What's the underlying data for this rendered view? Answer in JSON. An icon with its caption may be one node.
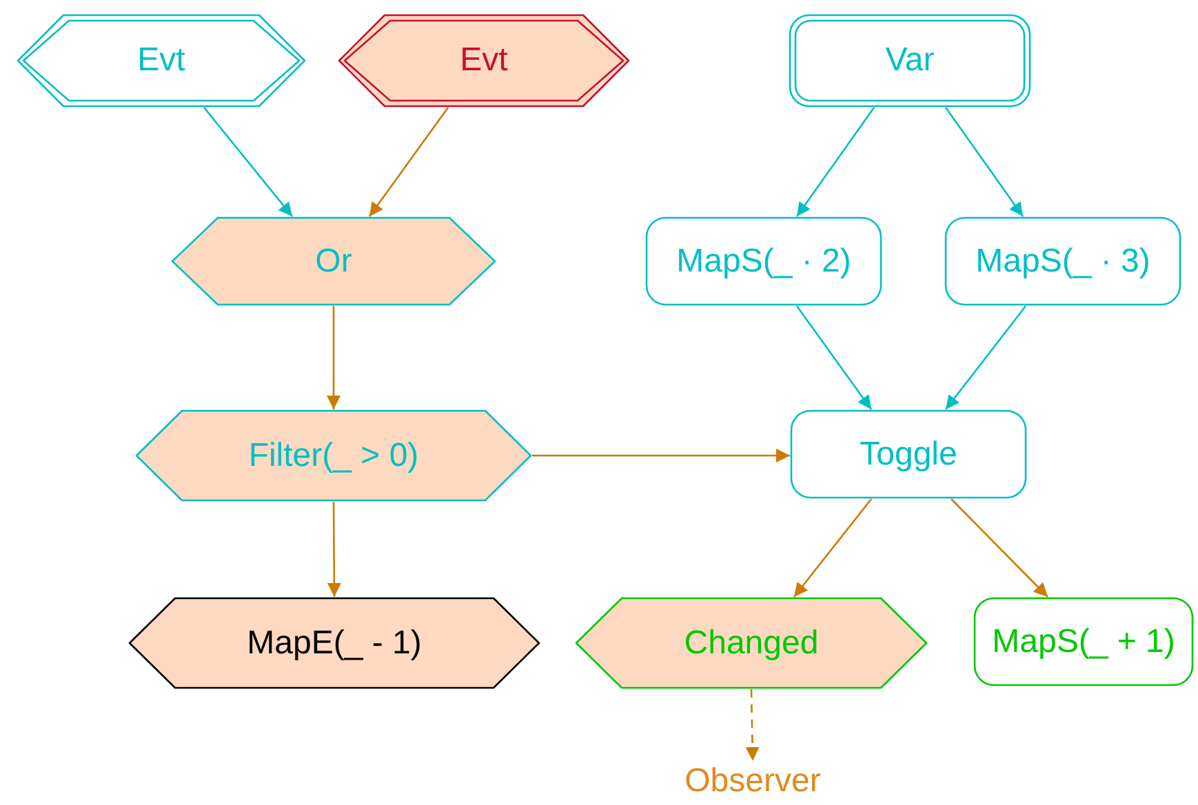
{
  "diagram": {
    "nodes": [
      {
        "text": [
          "Evt"
        ]
      },
      {
        "text": [
          "Evt"
        ]
      },
      {
        "text": [
          "Var"
        ]
      },
      {
        "text": [
          "Or"
        ]
      },
      {
        "text": [
          "MapS(_ · 2)"
        ]
      },
      {
        "text": [
          "MapS(_ · 3)"
        ]
      },
      {
        "text": [
          "Filter(_ > 0)"
        ]
      },
      {
        "text": [
          "Toggle"
        ]
      },
      {
        "text": [
          "MapE(_ - 1)"
        ]
      },
      {
        "text": [
          "Changed"
        ]
      },
      {
        "text": [
          "MapS(_ + 1)"
        ]
      },
      {
        "text": [
          "Observer"
        ]
      }
    ],
    "edges": [
      {
        "from": 0,
        "to": 3,
        "arrow": "to",
        "color": "#00bfc4"
      },
      {
        "from": 1,
        "to": 3,
        "arrow": "to"
      },
      {
        "from": 2,
        "to": 4,
        "arrow": "to",
        "color": "#00bfc4"
      },
      {
        "from": 2,
        "to": 5,
        "arrow": "to",
        "color": "#00bfc4"
      },
      {
        "from": 3,
        "to": 6,
        "arrow": "to"
      },
      {
        "from": 4,
        "to": 7,
        "arrow": "to",
        "color": "#00bfc4"
      },
      {
        "from": 5,
        "to": 7,
        "arrow": "to",
        "color": "#00bfc4"
      },
      {
        "from": 6,
        "to": 7,
        "arrow": "to"
      },
      {
        "from": 6,
        "to": 8,
        "arrow": "to"
      },
      {
        "from": 7,
        "to": 9,
        "arrow": "to"
      },
      {
        "from": 7,
        "to": 10,
        "arrow": "to"
      },
      {
        "from": 9,
        "to": 11,
        "arrow": "to",
        "style": "dashed"
      }
    ]
  }
}
